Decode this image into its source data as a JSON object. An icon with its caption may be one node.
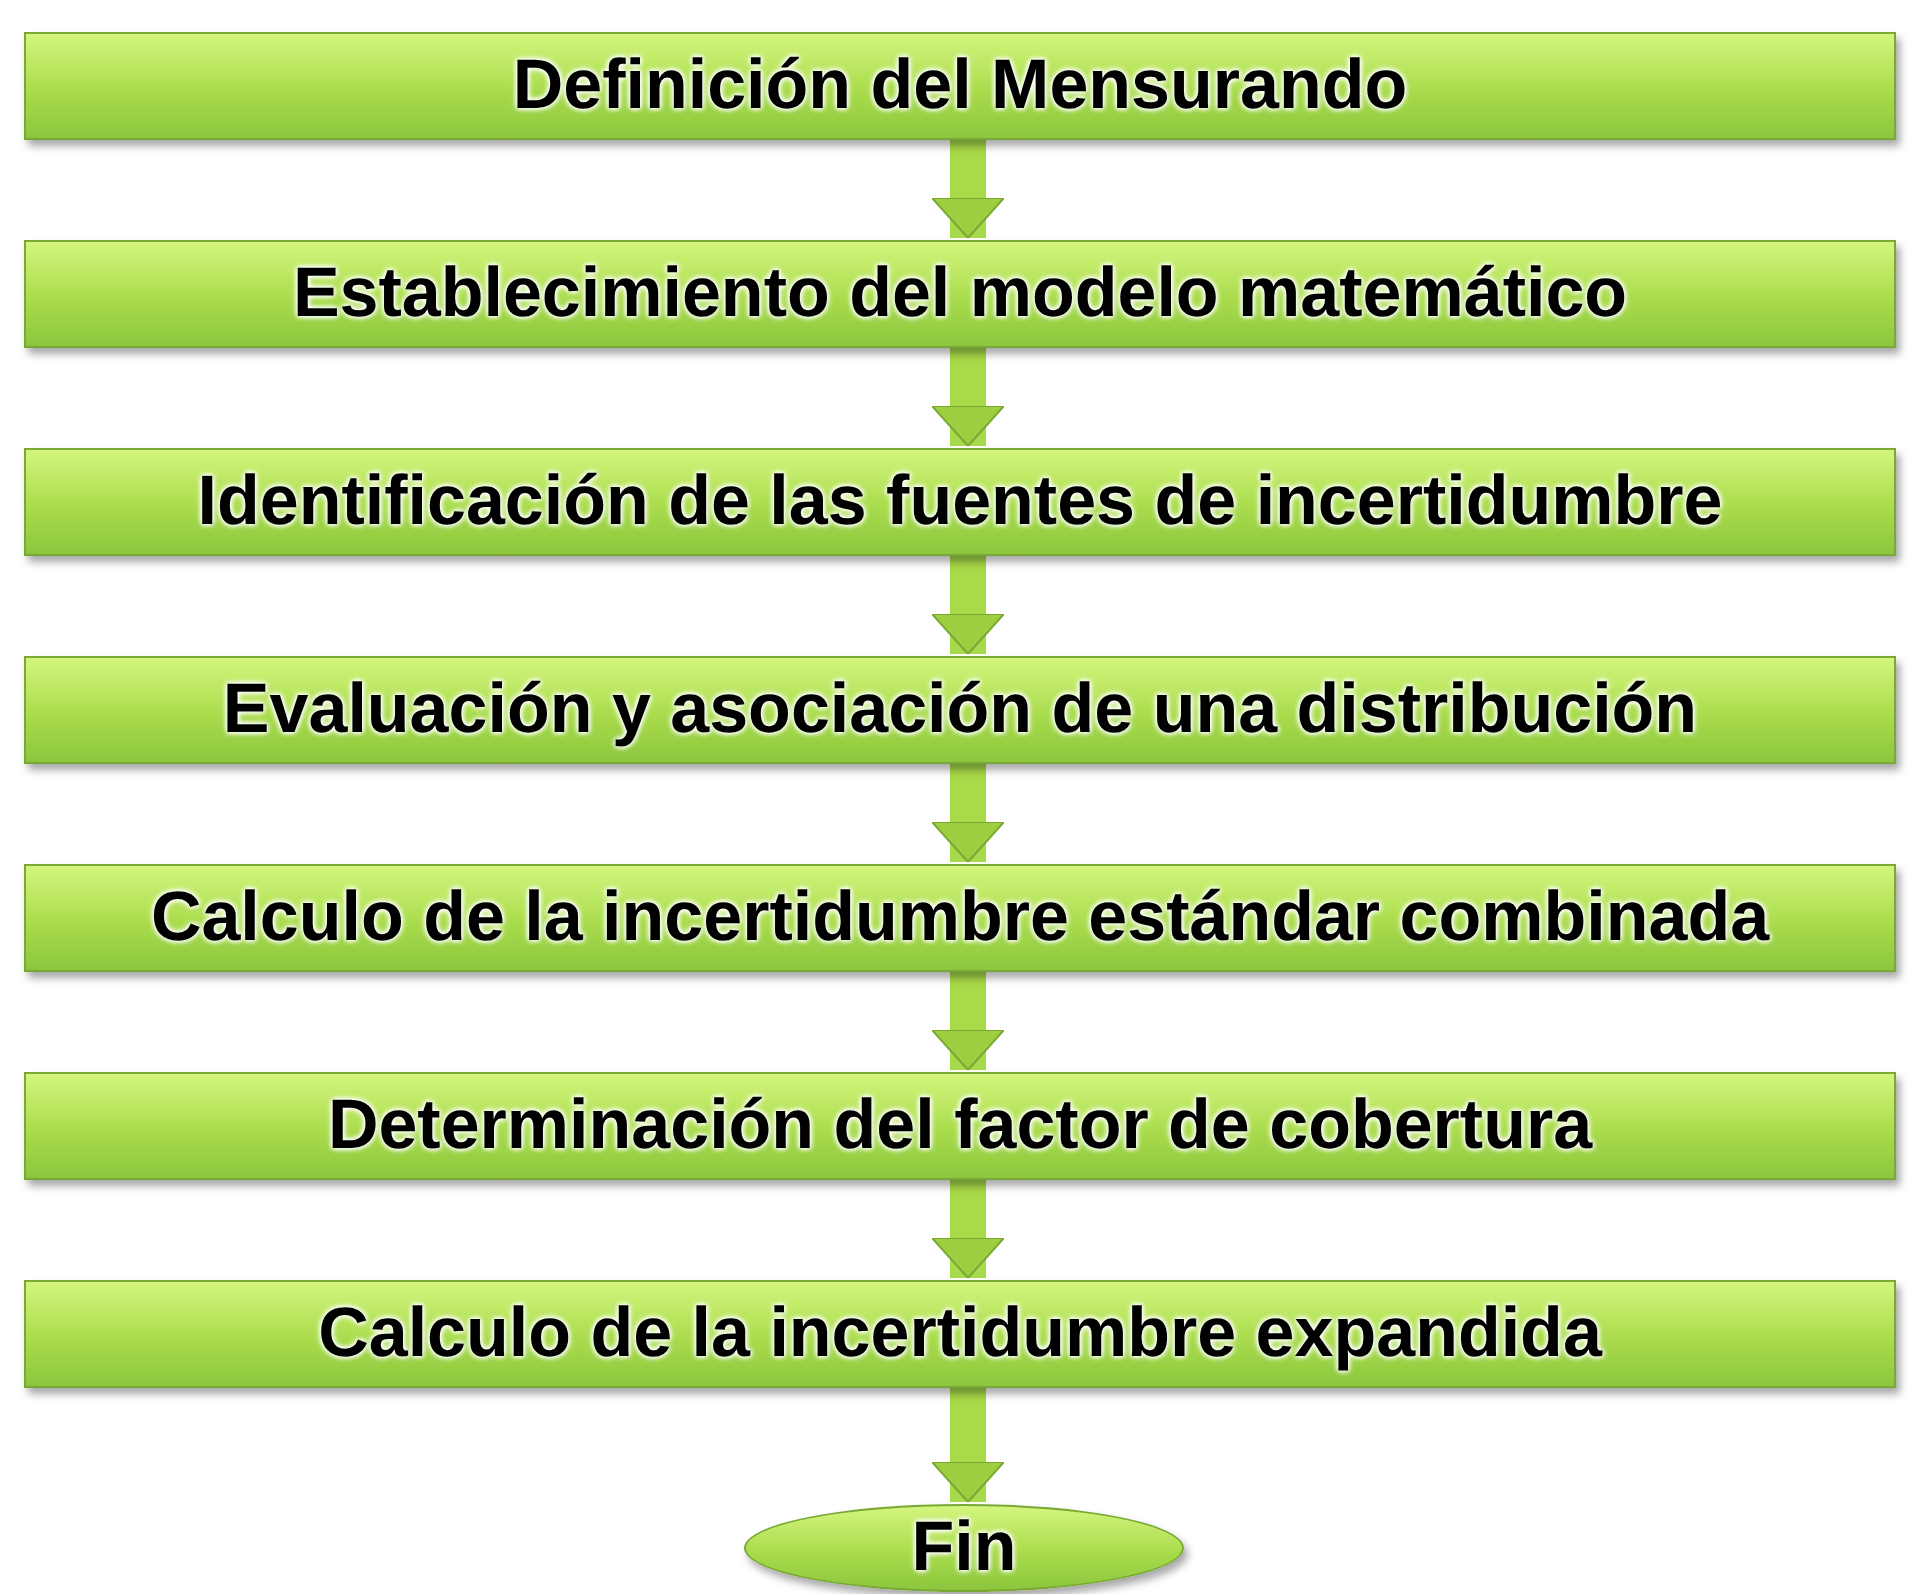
{
  "diagram": {
    "nodes": [
      {
        "text": [
          "Definición del Mensurando"
        ]
      },
      {
        "text": [
          "Establecimiento del modelo matemático"
        ]
      },
      {
        "text": [
          "Identificación de las fuentes de incertidumbre"
        ]
      },
      {
        "text": [
          "Evaluación y asociación de una distribución"
        ]
      },
      {
        "text": [
          "Calculo de la incertidumbre estándar combinada"
        ]
      },
      {
        "text": [
          "Determinación del factor de cobertura"
        ]
      },
      {
        "text": [
          "Calculo de la incertidumbre expandida"
        ]
      },
      {
        "text": [
          "Fin"
        ]
      }
    ],
    "edges": [
      {
        "from": 0,
        "to": 1,
        "arrow": "to"
      },
      {
        "from": 1,
        "to": 2,
        "arrow": "to"
      },
      {
        "from": 2,
        "to": 3,
        "arrow": "to"
      },
      {
        "from": 3,
        "to": 4,
        "arrow": "to"
      },
      {
        "from": 4,
        "to": 5,
        "arrow": "to"
      },
      {
        "from": 5,
        "to": 6,
        "arrow": "to"
      },
      {
        "from": 6,
        "to": 7,
        "arrow": "to"
      }
    ]
  }
}
